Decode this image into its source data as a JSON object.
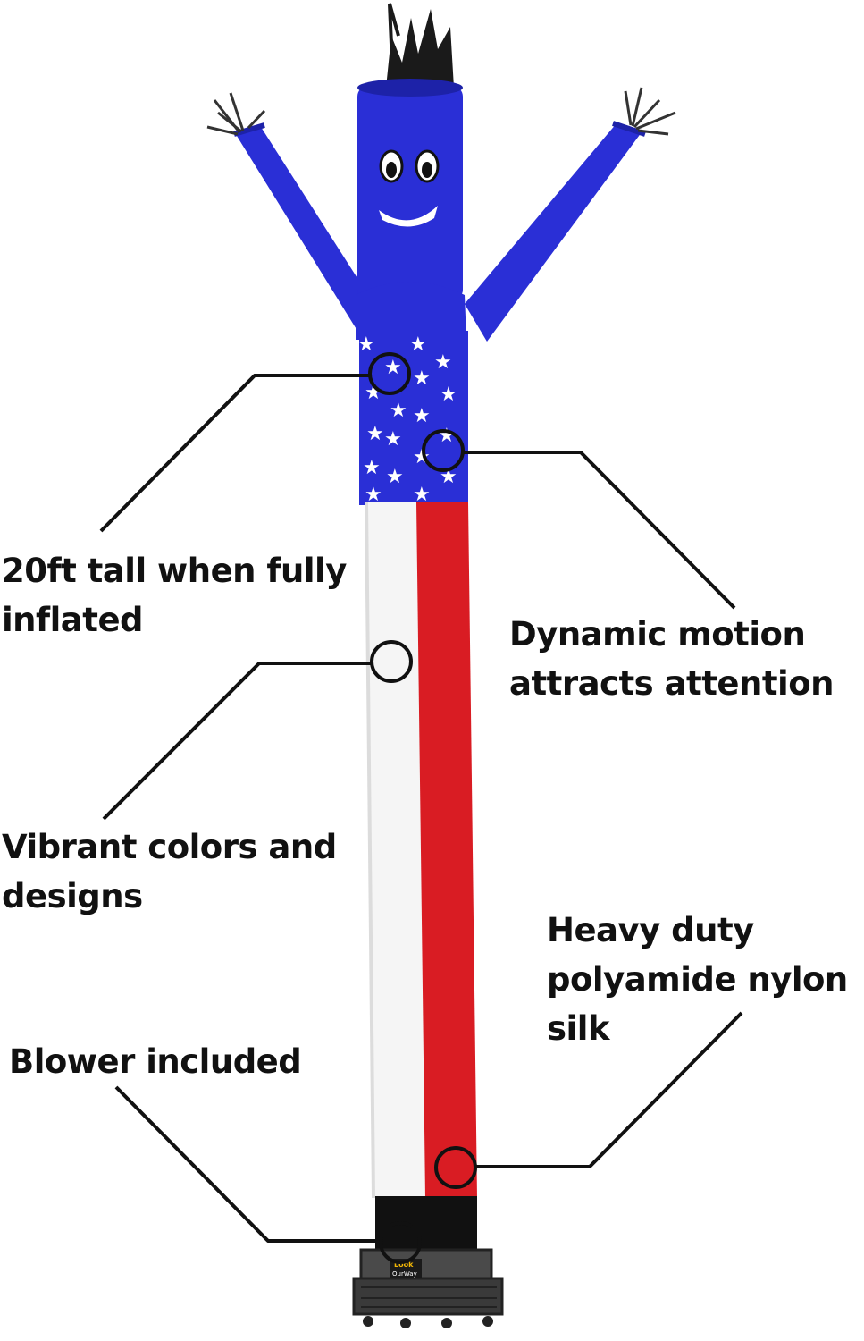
{
  "callouts": {
    "tall": {
      "line1": "20ft tall when fully",
      "line2": "inflated"
    },
    "motion": {
      "line1": "Dynamic motion",
      "line2": "attracts attention"
    },
    "colors": {
      "line1": "Vibrant colors and",
      "line2": "designs"
    },
    "nylon": {
      "line1": "Heavy duty",
      "line2": "polyamide nylon",
      "line3": "silk"
    },
    "blower": {
      "line1": "Blower included"
    }
  },
  "blower_label": {
    "line1": "Look",
    "line2": "OurWay"
  },
  "colors": {
    "blue": "#2a2fd6",
    "red": "#d91c23",
    "white": "#f5f5f5",
    "black": "#111111",
    "blower": "#4a4a4a",
    "brand_yellow": "#f2b705"
  }
}
